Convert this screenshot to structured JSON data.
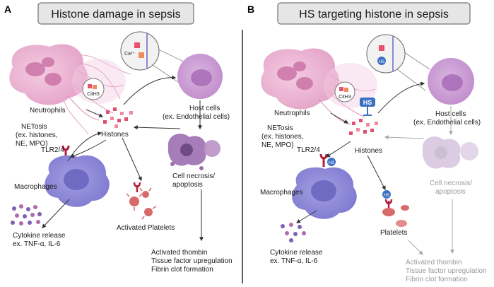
{
  "colors": {
    "neutrophil": "#e9a9cc",
    "host_cell": "#cfa0d6",
    "macrophage": "#8e8ad6",
    "histone": "#e0506f",
    "platelet": "#d76a6a",
    "receptor": "#b21f3c",
    "hs_badge": "#3b6fc2",
    "title_box": "#e6e6e6",
    "divider": "#2b2b2b"
  },
  "panel_a": {
    "letter": "A",
    "title": "Histone damage in sepsis",
    "labels": {
      "neutrophils": "Neutrophils",
      "netosis_1": "NETosis",
      "netosis_2": "(ex. histones,",
      "netosis_3": "NE, MPO)",
      "citH3": "CitH3",
      "calcium": "Ca²⁺",
      "host_cells_1": "Host cells",
      "host_cells_2": "(ex. Endothelial cells)",
      "histones": "Histones",
      "tlr": "TLR2/4",
      "macrophages": "Macrophages",
      "necrosis_1": "Cell necrosis/",
      "necrosis_2": "apoptosis",
      "platelets": "Activated Platelets",
      "cytokine_1": "Cytokine release",
      "cytokine_2": "ex. TNF-α, IL-6",
      "coag_1": "Activated thombin",
      "coag_2": "Tissue factor upregulation",
      "coag_3": "Fibrin clot formation"
    }
  },
  "panel_b": {
    "letter": "B",
    "title": "HS targeting histone in sepsis",
    "labels": {
      "neutrophils": "Neutrophils",
      "netosis_1": "NETosis",
      "netosis_2": "(ex. histones,",
      "netosis_3": "NE, MPO)",
      "citH3": "CitH3",
      "hs_inhibitor": "HS",
      "hs_zoom": "HS",
      "host_cells_1": "Host cells",
      "host_cells_2": "(ex. Endothelial cells)",
      "histones": "Histones",
      "tlr": "TLR2/4",
      "hs_tlr": "HS",
      "macrophages": "Macrophages",
      "necrosis_1": "Cell necrosis/",
      "necrosis_2": "apoptosis",
      "hs_platelet": "HS",
      "platelets": "Platelets",
      "cytokine_1": "Cytokine release",
      "cytokine_2": "ex. TNF-α, IL-6",
      "coag_1": "Activated thombin",
      "coag_2": "Tissue factor upregulation",
      "coag_3": "Fibrin clot formation"
    }
  }
}
